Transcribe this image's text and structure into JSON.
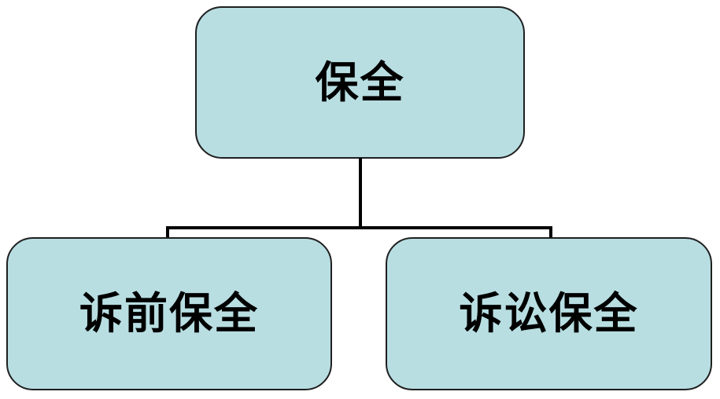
{
  "diagram": {
    "type": "hierarchy",
    "root": {
      "label": "保全"
    },
    "children": [
      {
        "label": "诉前保全"
      },
      {
        "label": "诉讼保全"
      }
    ],
    "colors": {
      "node_fill": "#b8dee2",
      "node_border": "#1f1f1f",
      "connector": "#000000",
      "text": "#000000",
      "background": "#ffffff"
    }
  }
}
